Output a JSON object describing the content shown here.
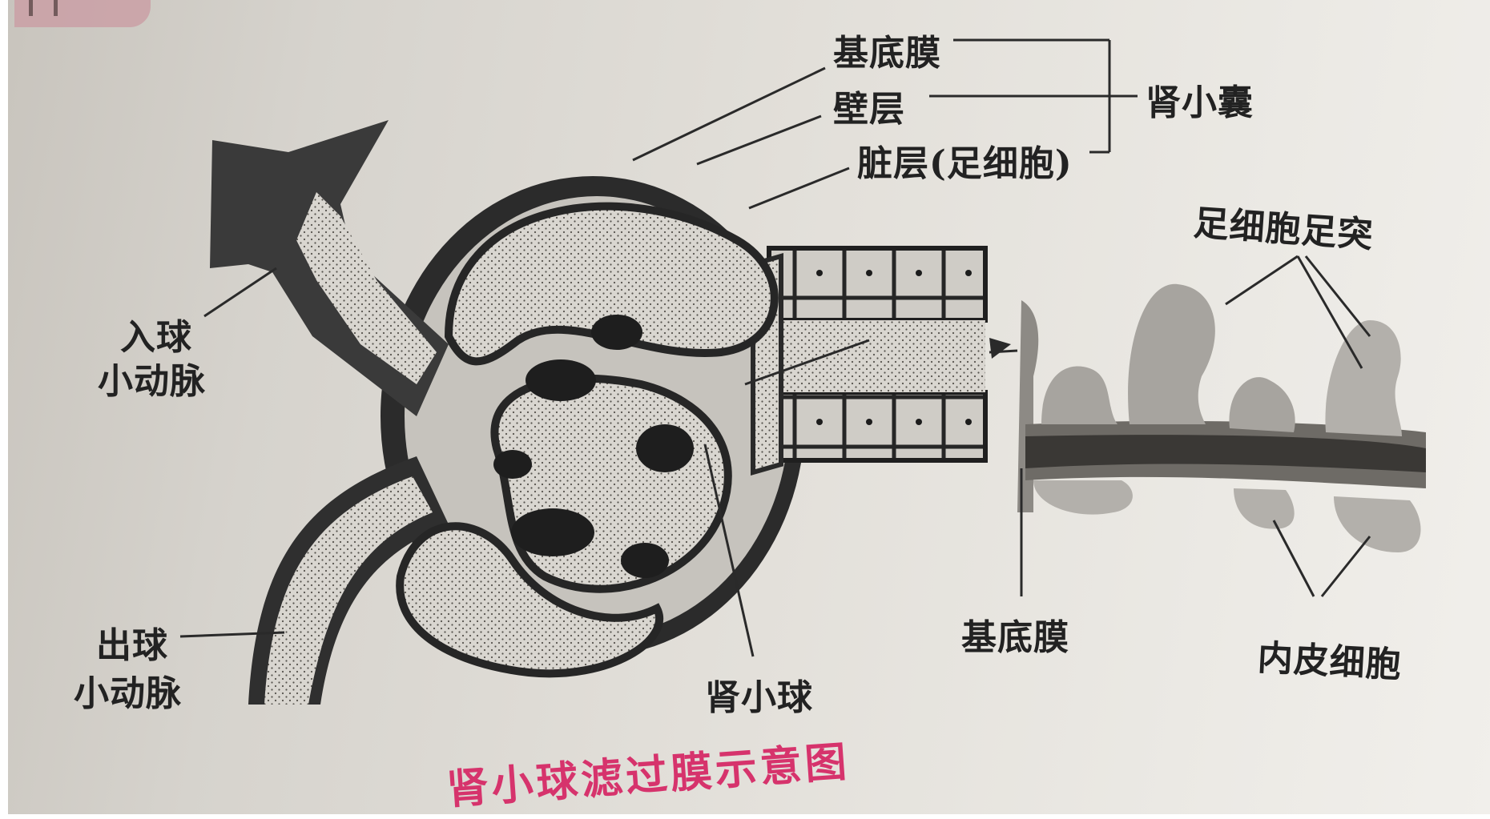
{
  "labels": {
    "basement_membrane_top": "基底膜",
    "parietal_layer": "壁层",
    "visceral_layer": "脏层(足细胞)",
    "renal_capsule": "肾小囊",
    "afferent_arteriole": [
      "入球",
      "小动脉"
    ],
    "efferent_arteriole": [
      "出球",
      "小动脉"
    ],
    "glomerulus": "肾小球",
    "podocyte_foot_process": "足细胞足突",
    "basement_membrane_inset": "基底膜",
    "endothelial_cell": "内皮细胞"
  },
  "caption": {
    "text": "肾小球滤过膜示意图"
  }
}
